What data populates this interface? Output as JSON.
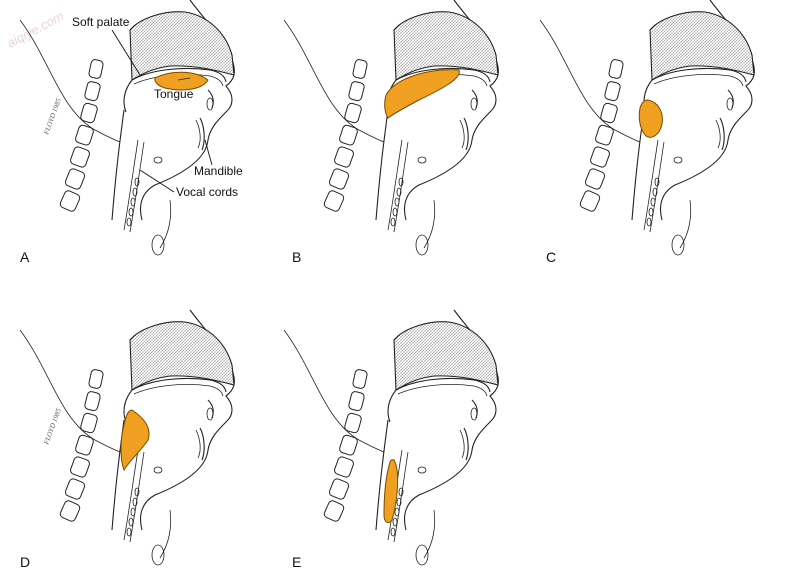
{
  "watermark": "aiqiye.com",
  "labels": {
    "soft_palate": "Soft palate",
    "tongue": "Tongue",
    "mandible": "Mandible",
    "vocal_cords": "Vocal cords"
  },
  "panels": [
    {
      "letter": "A",
      "bolus_stage": "oral cavity on tongue"
    },
    {
      "letter": "B",
      "bolus_stage": "pushed back against soft palate"
    },
    {
      "letter": "C",
      "bolus_stage": "entering pharynx"
    },
    {
      "letter": "D",
      "bolus_stage": "passing epiglottis"
    },
    {
      "letter": "E",
      "bolus_stage": "in esophagus"
    }
  ],
  "colors": {
    "bolus": "#f0a020",
    "line": "#222222",
    "background": "#ffffff"
  }
}
